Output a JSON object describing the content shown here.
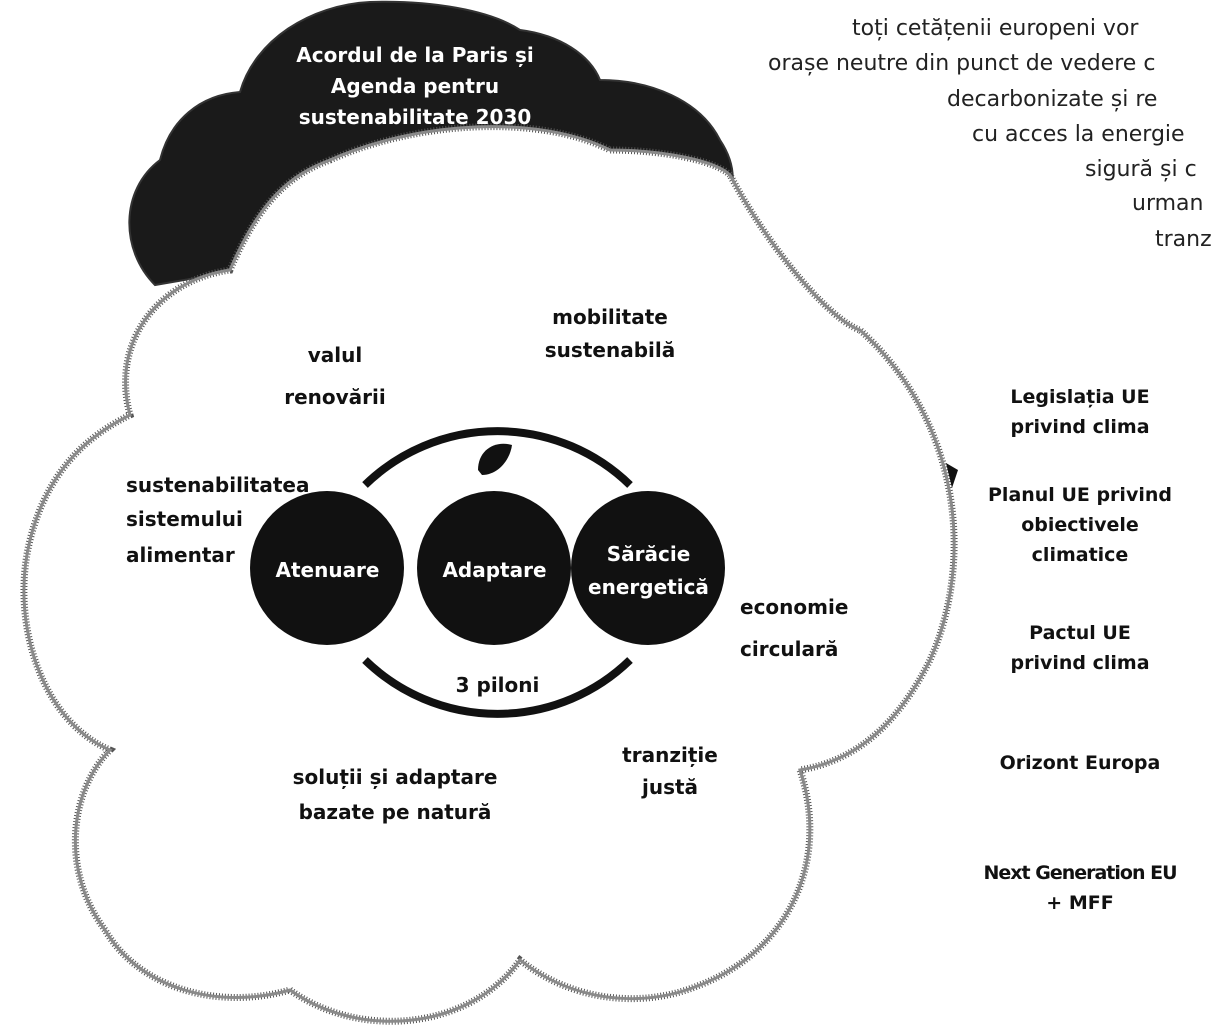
{
  "top_text": {
    "lines": [
      "toți cetățenii europeni vor",
      "orașe neutre din punct de vedere c",
      "decarbonizate și re",
      "cu acces la energie",
      "sigură și c",
      "urman",
      "tranz"
    ]
  },
  "top_cloud": {
    "title_lines": [
      "Acordul de la Paris și",
      "Agenda pentru",
      "sustenabilitate 2030"
    ]
  },
  "pillars": {
    "atenuare": "Atenuare",
    "adaptare": "Adaptare",
    "saracie_line1": "Sărăcie",
    "saracie_line2": "energetică",
    "caption": "3 piloni"
  },
  "themes": {
    "valul": "valul",
    "renovarii": "renovării",
    "mobilitate": "mobilitate",
    "sustenabila": "sustenabilă",
    "sustenabilitatea": "sustenabilitatea",
    "sistemului": "sistemului",
    "alimentar": "alimentar",
    "economie": "economie",
    "circulara": "circulară",
    "tranzitie": "tranziție",
    "justa": "justă",
    "solutii": "soluții și adaptare",
    "bazate": "bazate pe natură"
  },
  "sidebar": {
    "legislatia_1": "Legislația UE",
    "legislatia_2": "privind clima",
    "planul_1": "Planul UE privind",
    "planul_2": "obiectivele",
    "planul_3": "climatice",
    "pactul_1": "Pactul UE",
    "pactul_2": "privind clima",
    "orizont": "Orizont Europa",
    "nextgen_1": "Next Generation EU",
    "nextgen_2": "+ MFF"
  },
  "colors": {
    "dark_fill": "#111111",
    "cloud_border": "#6a6a6a",
    "background": "#ffffff"
  }
}
